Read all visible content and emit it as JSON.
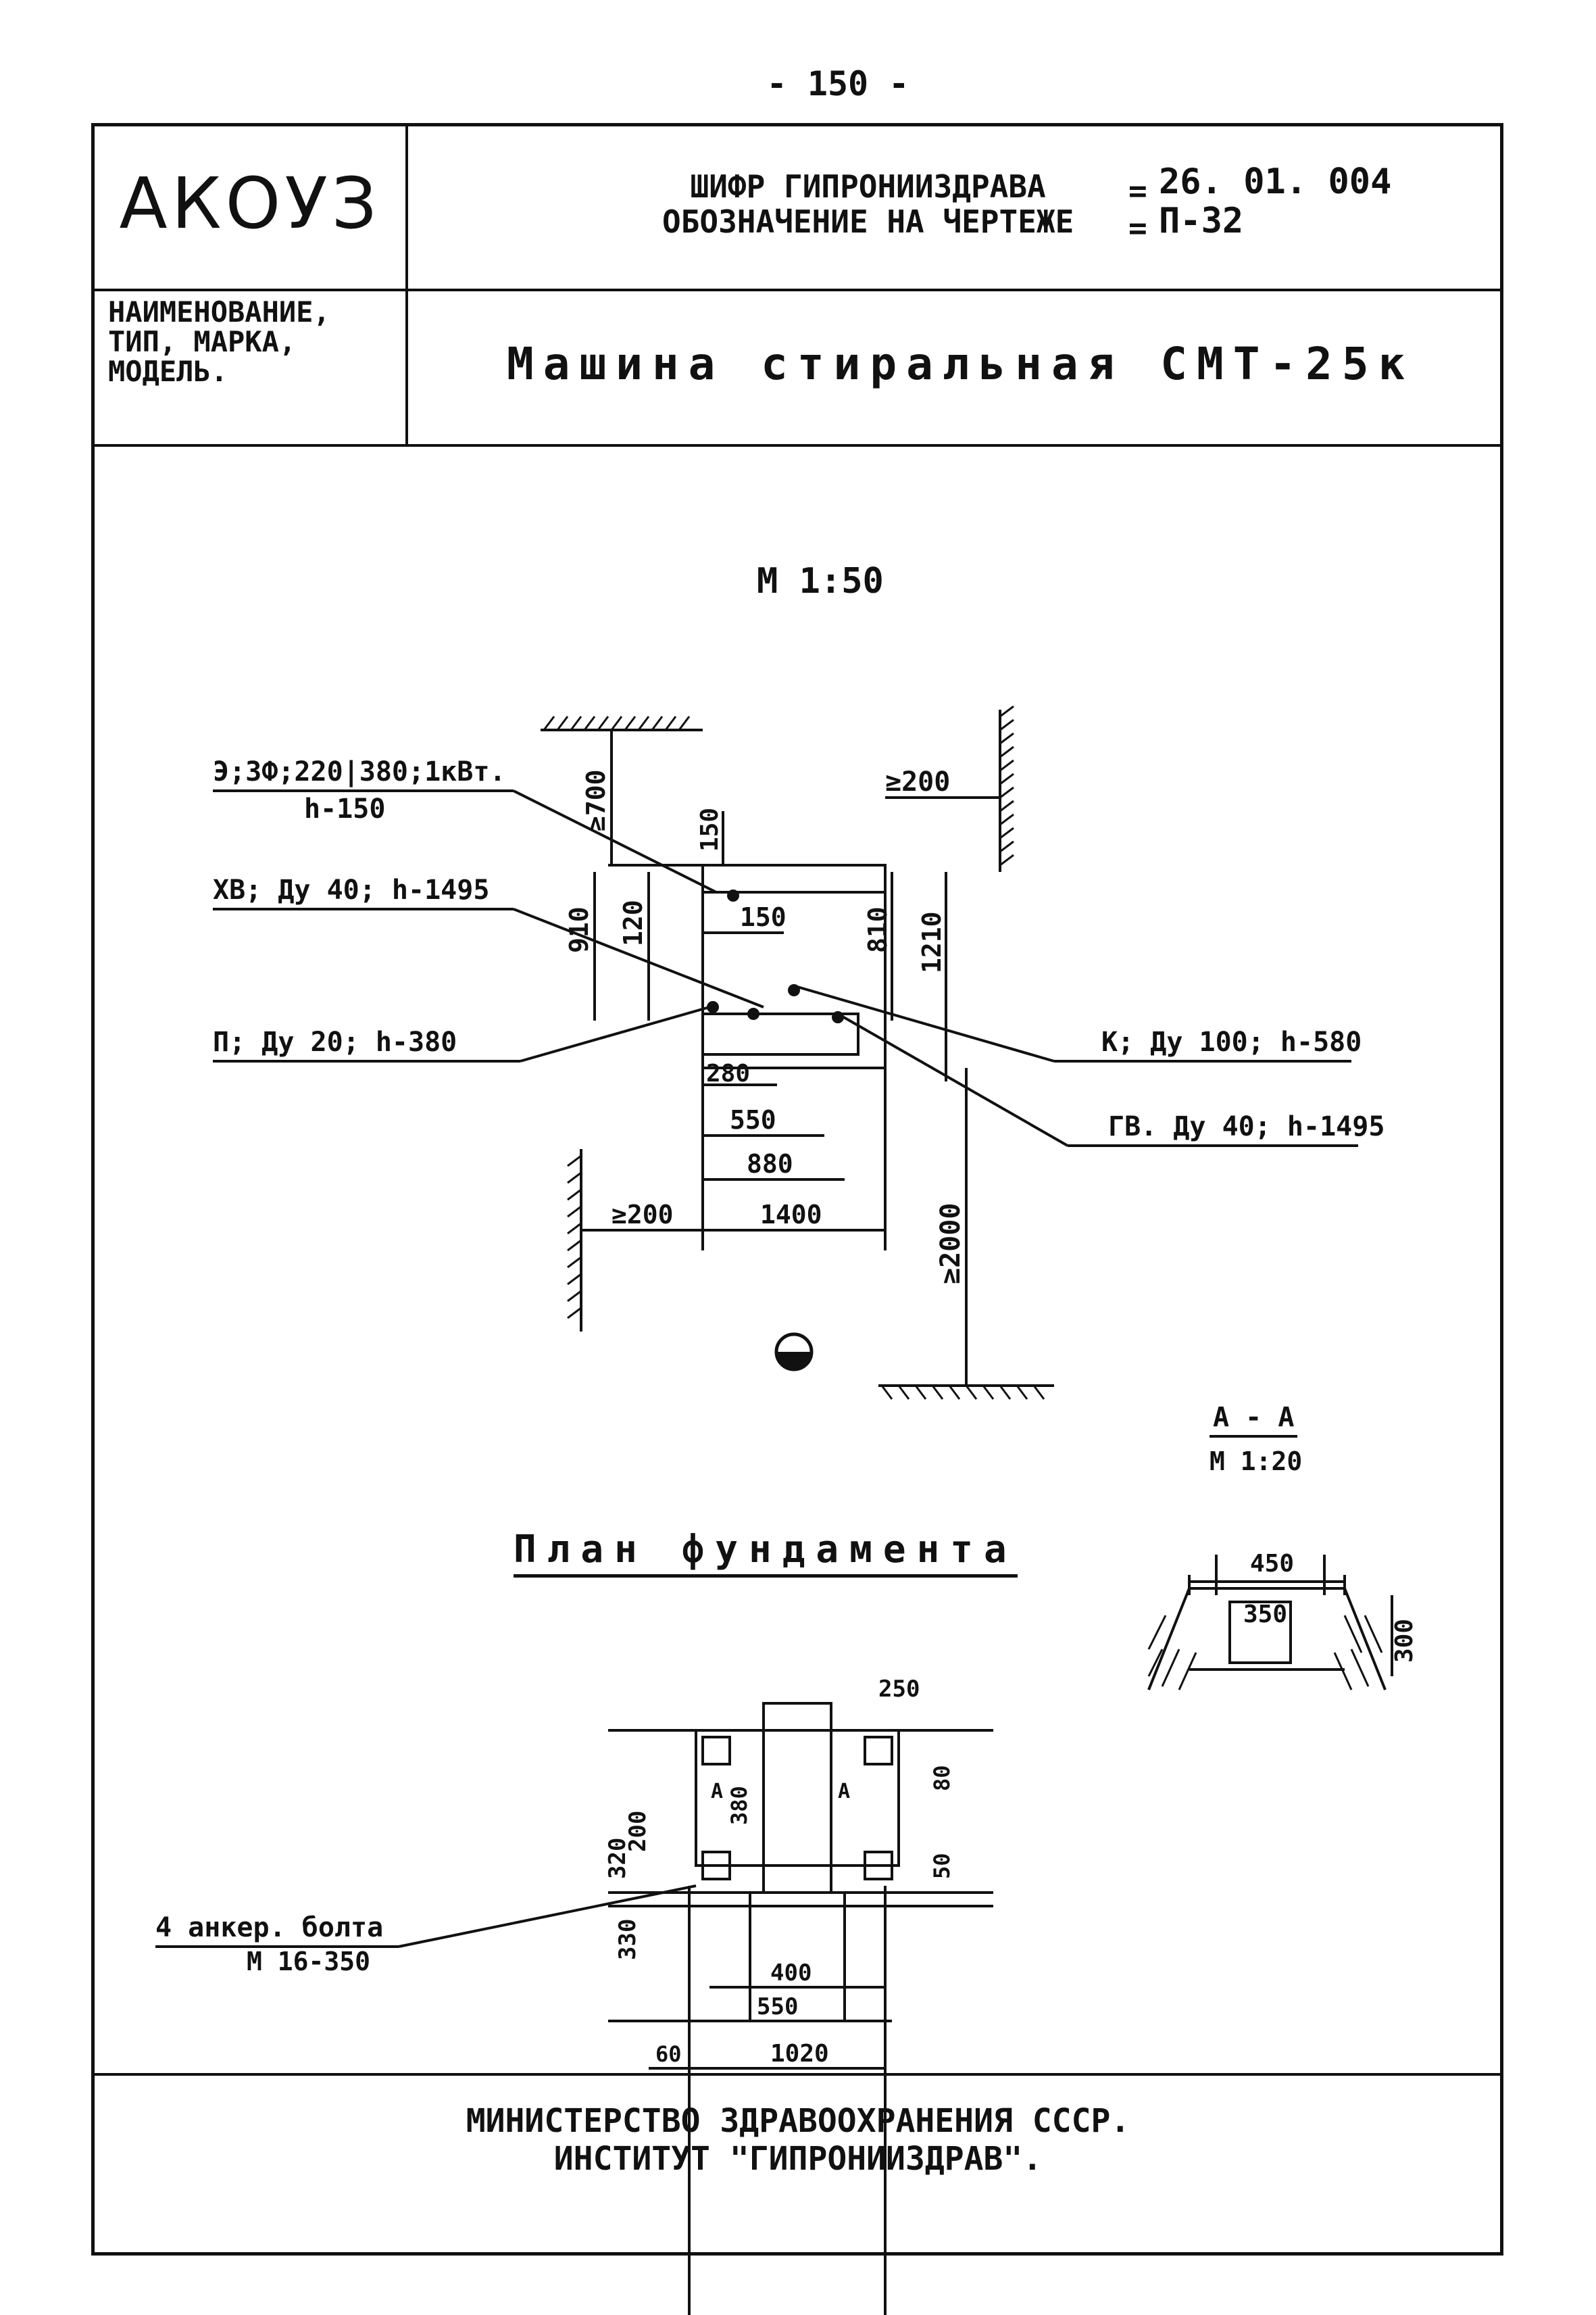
{
  "page_number": "- 150 -",
  "header": {
    "logo": "АКОУЗ",
    "cipher_label": "ШИФР ГИПРОНИИЗДРАВА",
    "designation_label": "ОБОЗНАЧЕНИЕ НА ЧЕРТЕЖЕ",
    "cipher_value": "26. 01. 004",
    "designation_value": "П-32",
    "name_label": [
      "НАИМЕНОВАНИЕ,",
      "ТИП, МАРКА,",
      "МОДЕЛЬ."
    ],
    "equipment_name": "Машина стиральная СМТ-25к"
  },
  "plan": {
    "scale": "М 1:50",
    "callouts": {
      "electric": "Э;3Ф;220|380;1кВт.",
      "electric_h": "h-150",
      "cold_water": "ХВ; Ду 40; h-1495",
      "steam": "П; Ду 20; h-380",
      "sewer": "К; Ду 100; h-580",
      "hot_water": "ГВ. Ду 40; h-1495"
    },
    "dims": {
      "wall_top": "≥700",
      "wall_right": "≥200",
      "d150_top": "150",
      "d150": "150",
      "d910": "910",
      "d120": "120",
      "d810": "810",
      "d1210": "1210",
      "d280": "280",
      "d550": "550",
      "d880": "880",
      "wall_left": "≥200",
      "d1400": "1400",
      "wall_bottom": "≥2000"
    }
  },
  "section": {
    "label": "А - А",
    "scale": "М 1:20",
    "dims": {
      "top": "450",
      "inner": "350",
      "height": "300"
    }
  },
  "foundation": {
    "title": "План фундамента",
    "bolt_label": "4 анкер. болта",
    "bolt_spec": "М 16-350",
    "dims": {
      "d250": "250",
      "d80": "80",
      "d50": "50",
      "d320": "320",
      "d330": "330",
      "d200": "200",
      "d380": "380",
      "d400": "400",
      "d550": "550",
      "d1020": "1020",
      "d60": "60"
    },
    "markers": {
      "a_left": "А",
      "a_right": "А"
    }
  },
  "footer": {
    "line1": "МИНИСТЕРСТВО ЗДРАВООХРАНЕНИЯ СССР.",
    "line2": "ИНСТИТУТ \"ГИПРОНИИЗДРАВ\"."
  }
}
